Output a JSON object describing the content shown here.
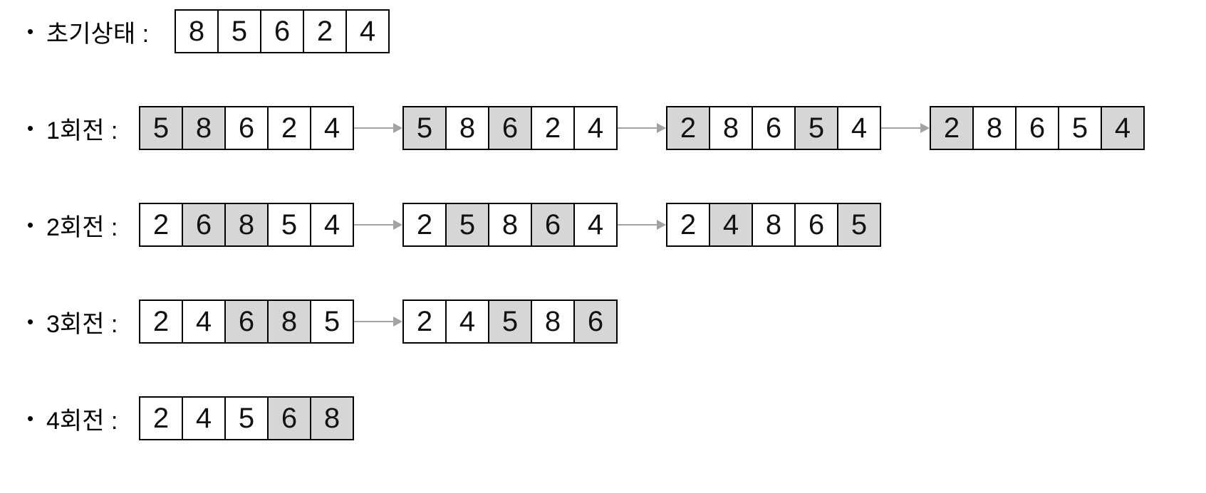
{
  "colors": {
    "cell_highlight": "#d6d6d6",
    "cell_background": "#ffffff",
    "cell_border": "#000000",
    "arrow": "#a3a3a3",
    "text": "#111111"
  },
  "bullet_char": "•",
  "rows": [
    {
      "id": "initial",
      "label": "초기상태 :",
      "arrays": [
        {
          "values": [
            "8",
            "5",
            "6",
            "2",
            "4"
          ],
          "highlight": []
        }
      ]
    },
    {
      "id": "round-1",
      "label": "1회전 :",
      "arrays": [
        {
          "values": [
            "5",
            "8",
            "6",
            "2",
            "4"
          ],
          "highlight": [
            0,
            1
          ]
        },
        {
          "values": [
            "5",
            "8",
            "6",
            "2",
            "4"
          ],
          "highlight": [
            0,
            2
          ]
        },
        {
          "values": [
            "2",
            "8",
            "6",
            "5",
            "4"
          ],
          "highlight": [
            0,
            3
          ]
        },
        {
          "values": [
            "2",
            "8",
            "6",
            "5",
            "4"
          ],
          "highlight": [
            0,
            4
          ]
        }
      ]
    },
    {
      "id": "round-2",
      "label": "2회전 :",
      "arrays": [
        {
          "values": [
            "2",
            "6",
            "8",
            "5",
            "4"
          ],
          "highlight": [
            1,
            2
          ]
        },
        {
          "values": [
            "2",
            "5",
            "8",
            "6",
            "4"
          ],
          "highlight": [
            1,
            3
          ]
        },
        {
          "values": [
            "2",
            "4",
            "8",
            "6",
            "5"
          ],
          "highlight": [
            1,
            4
          ]
        }
      ]
    },
    {
      "id": "round-3",
      "label": "3회전 :",
      "arrays": [
        {
          "values": [
            "2",
            "4",
            "6",
            "8",
            "5"
          ],
          "highlight": [
            2,
            3
          ]
        },
        {
          "values": [
            "2",
            "4",
            "5",
            "8",
            "6"
          ],
          "highlight": [
            2,
            4
          ]
        }
      ]
    },
    {
      "id": "round-4",
      "label": "4회전 :",
      "arrays": [
        {
          "values": [
            "2",
            "4",
            "5",
            "6",
            "8"
          ],
          "highlight": [
            3,
            4
          ]
        }
      ]
    }
  ]
}
